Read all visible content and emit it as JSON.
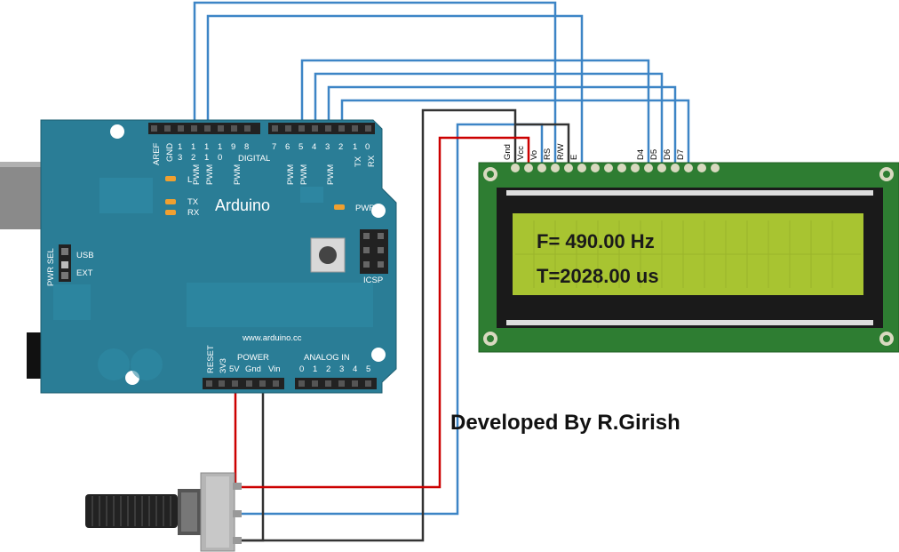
{
  "board": {
    "name": "Arduino",
    "url": "www.arduino.cc",
    "digital_header": "DIGITAL",
    "power_header": "POWER",
    "analog_header": "ANALOG IN",
    "icsp": "ICSP",
    "pwr_led": "PWR",
    "pwr_sel": "PWR SEL",
    "usb": "USB",
    "ext": "EXT",
    "led_l": "L",
    "led_tx": "TX",
    "led_rx": "RX",
    "digital_top_labels": [
      "AREF",
      "GND",
      "13",
      "12",
      "11",
      "10",
      "9",
      "8",
      "7",
      "6",
      "5",
      "4",
      "3",
      "2",
      "TX 1",
      "RX 0"
    ],
    "digital_top_digits": [
      "2",
      "1",
      "1",
      "1",
      "1",
      "1",
      "0",
      "9",
      "8",
      "7",
      "6",
      "5",
      "4",
      "3",
      "2",
      "1",
      "0"
    ],
    "pwm_labels": [
      "PWM",
      "PWM",
      "PWM",
      "PWM",
      "PWM",
      "PWM"
    ],
    "power_pins": [
      "RESET",
      "3V3",
      "5V",
      "Gnd",
      "Vin"
    ],
    "analog_pins": [
      "0",
      "1",
      "2",
      "3",
      "4",
      "5"
    ]
  },
  "lcd": {
    "pins": [
      "Gnd",
      "Vcc",
      "Vo",
      "RS",
      "R/W",
      "E",
      "D4",
      "D5",
      "D6",
      "D7"
    ],
    "line1": "F= 490.00 Hz",
    "line2": "T=2028.00 us",
    "colors": {
      "pcb": "#2e7d32",
      "screen": "#a8c431",
      "bezel": "#1a1a1a"
    }
  },
  "credit": "Developed By R.Girish",
  "wires": {
    "colors": {
      "data": "#3d85c6",
      "power": "#cc0000",
      "ground": "#333333"
    }
  }
}
